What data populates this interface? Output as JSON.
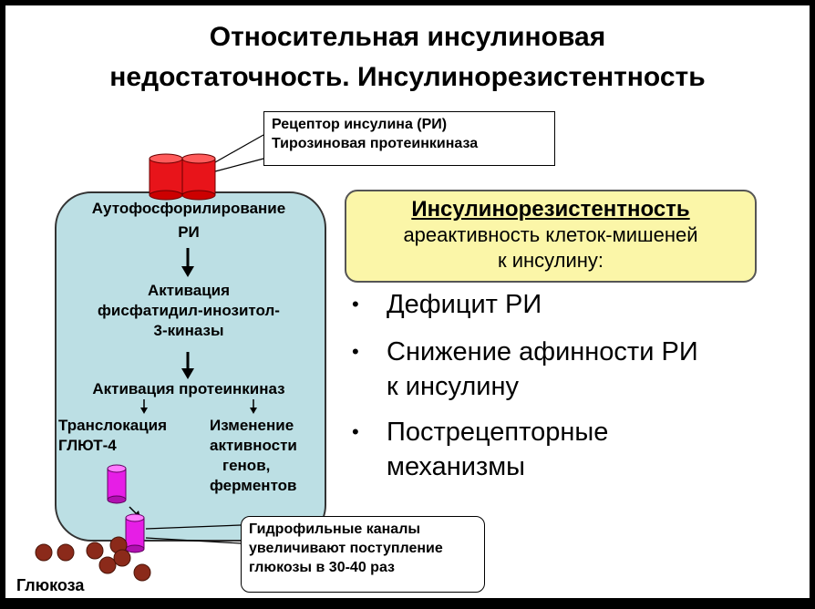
{
  "title": {
    "line1": "Относительная инсулиновая",
    "line2": "недостаточность. Инсулинорезистентность"
  },
  "receptor_callout": {
    "line1": "Рецептор инсулина (РИ)",
    "line2": "Тирозиновая протеинкиназа"
  },
  "cell": {
    "step1_line1": "Аутофосфорилирование",
    "step1_line2": "РИ",
    "step2_line1": "Активация",
    "step2_line2": "фисфатидил-инозитол-",
    "step2_line3": "3-киназы",
    "step3": "Активация протеинкиназ",
    "branch_left_line1": "Транслокация",
    "branch_left_line2": "ГЛЮТ-4",
    "branch_right_line1": "Изменение",
    "branch_right_line2": "активности",
    "branch_right_line3": "генов,",
    "branch_right_line4": "ферментов"
  },
  "channel_callout": {
    "line1": "Гидрофильные каналы",
    "line2": "увеличивают поступление",
    "line3": "глюкозы в 30-40 раз"
  },
  "glucose_label": "Глюкоза",
  "definition": {
    "heading": "Инсулинорезистентность",
    "line1": "ареактивность клеток-мишеней",
    "line2": "к инсулину:"
  },
  "bullets": {
    "symbol": "•",
    "item1": "Дефицит РИ",
    "item2_line1": "Снижение афинности РИ",
    "item2_line2": "к инсулину",
    "item3_line1": "Пострецепторные",
    "item3_line2": "механизмы"
  },
  "colors": {
    "cell_fill": "#bcdfe4",
    "receptor": "#e8141a",
    "glut4": "#e61ee6",
    "definition_fill": "#fbf6a8",
    "glucose": "#8b2a1a"
  }
}
